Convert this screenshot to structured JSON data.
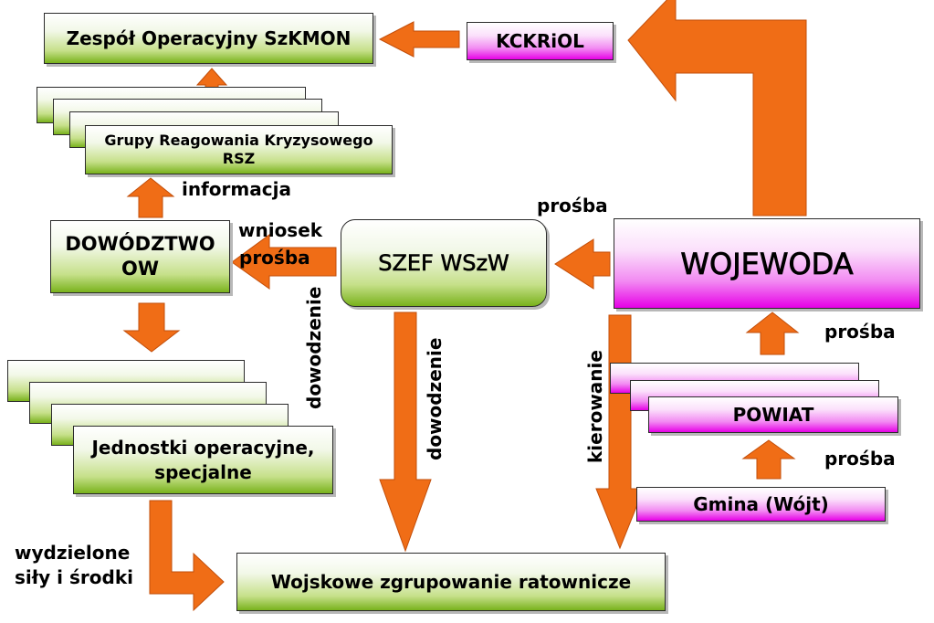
{
  "nodes": {
    "zespol": "Zespół Operacyjny SzKMON",
    "kckriol": "KCKRiOL",
    "grupy_line1": "Grupy Reagowania Kryzysowego",
    "grupy_line2": "RSZ",
    "dowodztwo_line1": "DOWÓDZTWO",
    "dowodztwo_line2": "OW",
    "szef": "SZEF WSzW",
    "wojewoda": "WOJEWODA",
    "powiat": "POWIAT",
    "gmina": "Gmina (Wójt)",
    "jednostki_line1": "Jednostki operacyjne,",
    "jednostki_line2": "specjalne",
    "wojskowe": "Wojskowe zgrupowanie ratownicze"
  },
  "labels": {
    "informacja": "informacja",
    "wniosek": "wniosek",
    "prosba_left": "prośba",
    "prosba_top": "prośba",
    "prosba_powiat": "prośba",
    "prosba_gmina": "prośba",
    "dowodzenie_left": "dowodzenie",
    "dowodzenie_center": "dowodzenie",
    "kierowanie": "kierowanie",
    "wydzielone_line1": "wydzielone",
    "wydzielone_line2": "siły i środki"
  },
  "colors": {
    "arrow_fill": "#f06d16",
    "green_box": "#79b21c",
    "pink_box": "#e600e6"
  }
}
